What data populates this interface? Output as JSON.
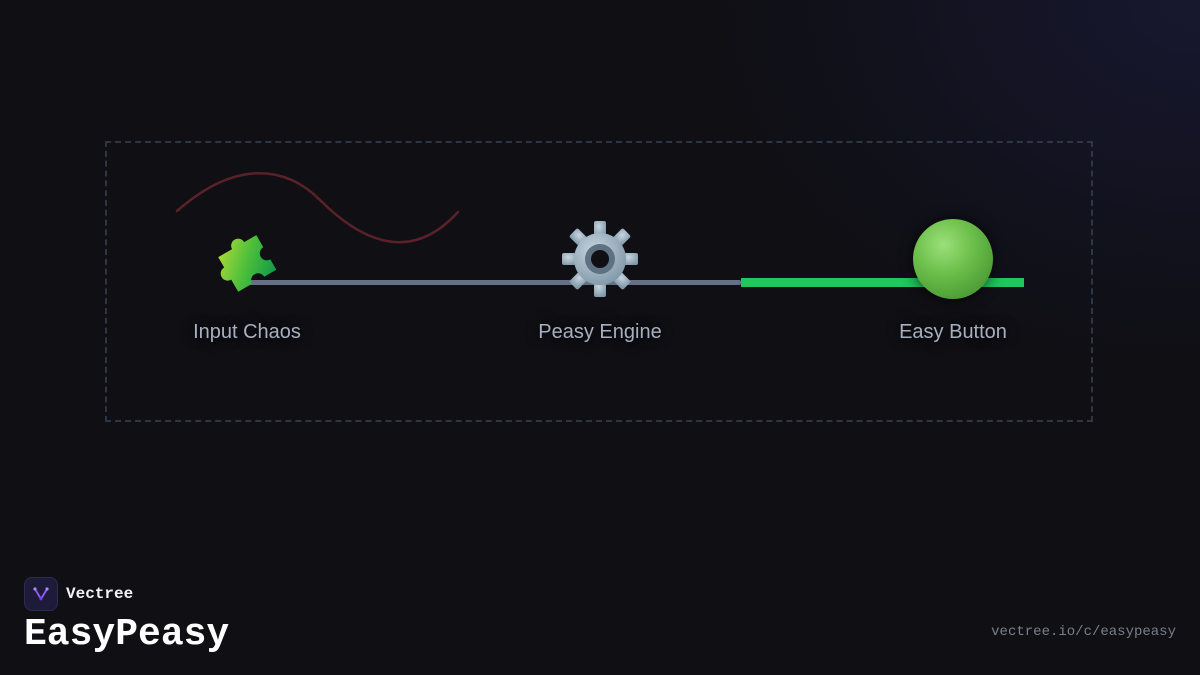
{
  "diagram": {
    "nodes": [
      {
        "label": "Input Chaos",
        "icon": "puzzle-piece-icon"
      },
      {
        "label": "Peasy Engine",
        "icon": "gear-icon"
      },
      {
        "label": "Easy Button",
        "icon": "green-circle-icon"
      }
    ],
    "colors": {
      "track": "#667085",
      "active_track": "#22c55e",
      "chaos_wave": "#5a2228",
      "frame_border": "#2c3644"
    }
  },
  "brand": {
    "name": "Vectree",
    "product": "EasyPeasy",
    "url": "vectree.io/c/easypeasy",
    "logo_icon": "vectree-logo-icon",
    "accent": "#8b5cf6"
  }
}
